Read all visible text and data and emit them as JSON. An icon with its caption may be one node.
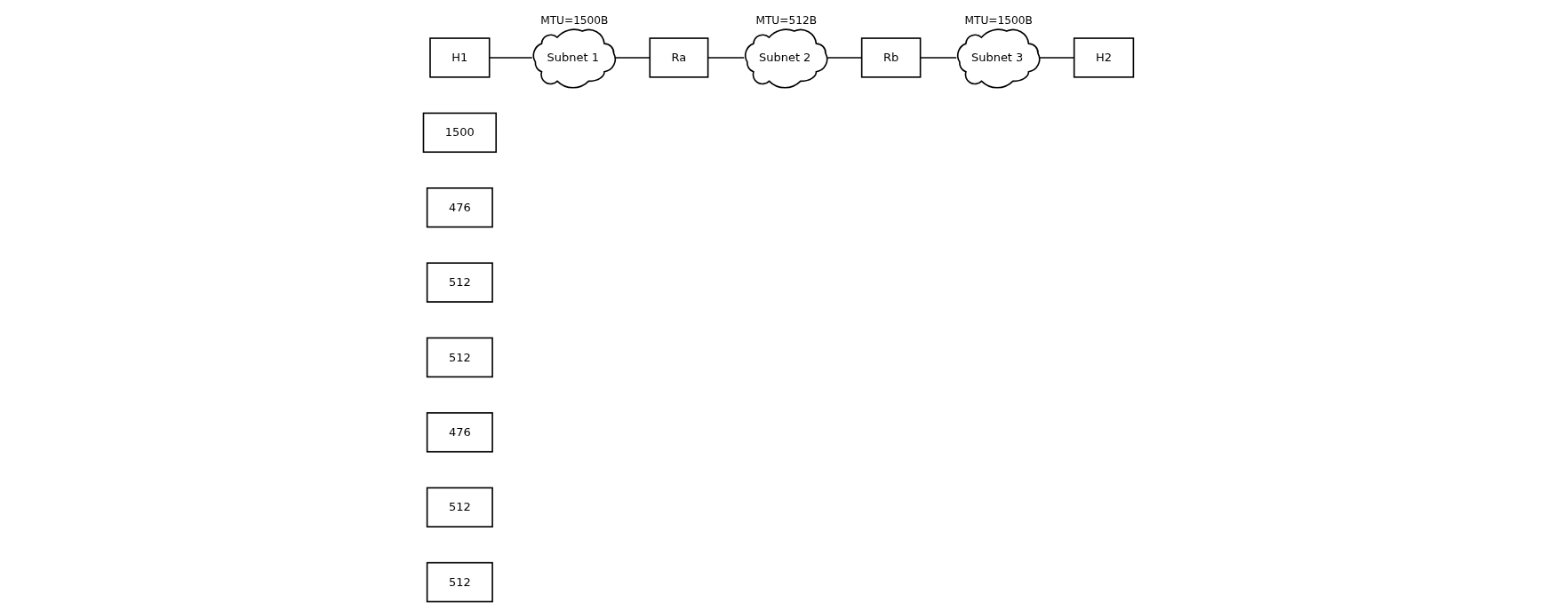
{
  "diagram": {
    "nodes": [
      {
        "text": [
          "H1"
        ]
      },
      {
        "text": [
          "Subnet 1"
        ],
        "beside": [
          "MTU=1500B"
        ]
      },
      {
        "text": [
          "Ra"
        ]
      },
      {
        "text": [
          "Subnet 2"
        ],
        "beside": [
          "MTU=512B"
        ]
      },
      {
        "text": [
          "Rb"
        ]
      },
      {
        "text": [
          "Subnet 3"
        ],
        "beside": [
          "MTU=1500B"
        ]
      },
      {
        "text": [
          "H2"
        ]
      },
      {
        "text": [
          "1500"
        ]
      },
      {
        "text": [
          "476"
        ]
      },
      {
        "text": [
          "512"
        ]
      },
      {
        "text": [
          "512"
        ]
      },
      {
        "text": [
          "476"
        ]
      },
      {
        "text": [
          "512"
        ]
      },
      {
        "text": [
          "512"
        ]
      }
    ],
    "edges": [
      {
        "from": 0,
        "to": 1,
        "arrow": "none"
      },
      {
        "from": 1,
        "to": 2,
        "arrow": "none"
      },
      {
        "from": 2,
        "to": 3,
        "arrow": "none"
      },
      {
        "from": 3,
        "to": 4,
        "arrow": "none"
      },
      {
        "from": 4,
        "to": 5,
        "arrow": "none"
      },
      {
        "from": 5,
        "to": 6,
        "arrow": "none"
      }
    ]
  }
}
